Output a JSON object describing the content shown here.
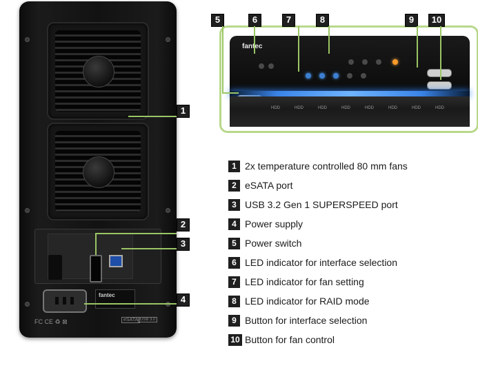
{
  "device": {
    "brand": "fantec",
    "usb_badge": "USB",
    "esata_badge": "eSATA",
    "usb_version_badge": "USB 3.0",
    "cert_marks": "FC CE ♻ ⊠",
    "front_hdd_labels": [
      "HDD",
      "HDD",
      "HDD",
      "HDD",
      "HDD",
      "HDD",
      "HDD",
      "HDD"
    ]
  },
  "callouts": {
    "rear": [
      "1",
      "2",
      "3",
      "4"
    ],
    "front": [
      "5",
      "6",
      "7",
      "8",
      "9",
      "10"
    ]
  },
  "legend": [
    {
      "num": "1",
      "text": "2x temperature controlled 80 mm fans"
    },
    {
      "num": "2",
      "text": "eSATA port"
    },
    {
      "num": "3",
      "text": "USB 3.2 Gen 1 SUPERSPEED port"
    },
    {
      "num": "4",
      "text": "Power supply"
    },
    {
      "num": "5",
      "text": "Power switch"
    },
    {
      "num": "6",
      "text": "LED indicator for interface selection"
    },
    {
      "num": "7",
      "text": "LED indicator for fan setting"
    },
    {
      "num": "8",
      "text": "LED indicator for RAID mode"
    },
    {
      "num": "9",
      "text": "Button for interface selection"
    },
    {
      "num": "10",
      "text": "Button for fan control"
    }
  ]
}
